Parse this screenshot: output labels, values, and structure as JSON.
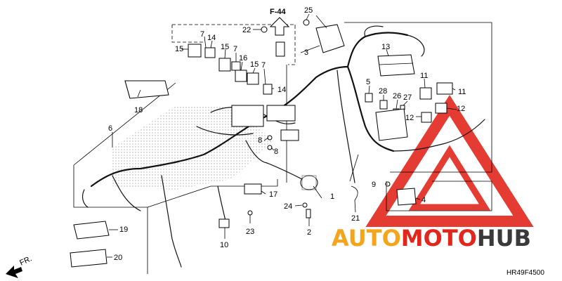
{
  "ref_arrow": "F-44",
  "direction": "FR.",
  "diagram_code": "HR49F4500",
  "watermark": {
    "brand_part1": "AUTO",
    "brand_part2": "MOTO",
    "brand_part3": "HUB",
    "color_orange": "#f4a51c",
    "color_red": "#e1261c",
    "color_dark": "#3a3a3a"
  },
  "labels": {
    "p1": "1",
    "p2": "2",
    "p3": "3",
    "p4": "4",
    "p5": "5",
    "p6": "6",
    "p7a": "7",
    "p7b": "7",
    "p7c": "7",
    "p8a": "8",
    "p8b": "8",
    "p9": "9",
    "p10": "10",
    "p11a": "11",
    "p11b": "11",
    "p12a": "12",
    "p12b": "12",
    "p13": "13",
    "p14a": "14",
    "p14b": "14",
    "p15a": "15",
    "p15b": "15",
    "p15c": "15",
    "p16": "16",
    "p17": "17",
    "p18": "18",
    "p19": "19",
    "p20": "20",
    "p21": "21",
    "p22": "22",
    "p23": "23",
    "p24": "24",
    "p25": "25",
    "p26": "26",
    "p27": "27",
    "p28": "28"
  }
}
